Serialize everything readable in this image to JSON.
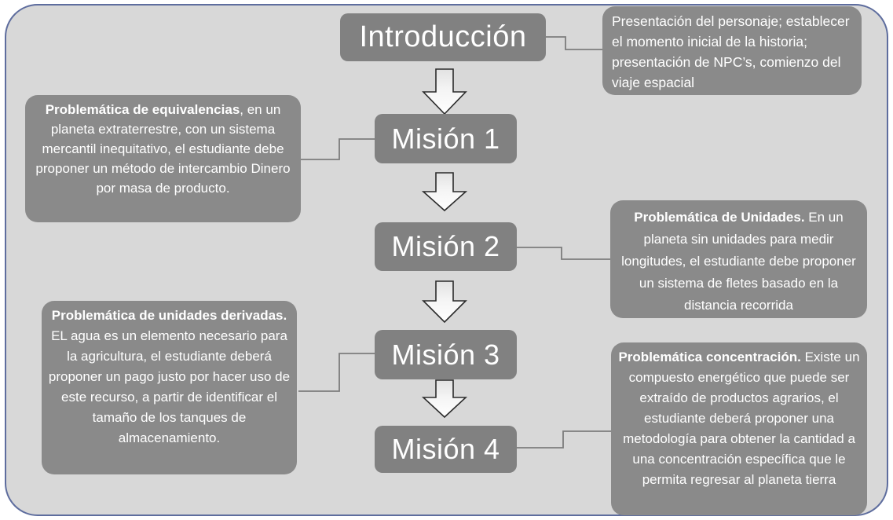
{
  "colors": {
    "page_bg": "#ffffff",
    "canvas_bg": "#d8d8d8",
    "canvas_border": "#5e6d9e",
    "node_fill": "#818181",
    "note_fill": "#8a8a8a",
    "text": "#ffffff",
    "connector": "#7c7c7c",
    "arrow_fill": "#f5f5f5",
    "arrow_outline": "#2b2b2b"
  },
  "flow": {
    "intro": {
      "label": "Introducción"
    },
    "missions": [
      {
        "label": "Misión 1"
      },
      {
        "label": "Misión 2"
      },
      {
        "label": "Misión 3"
      },
      {
        "label": "Misión 4"
      }
    ]
  },
  "notes": {
    "intro": {
      "text": "Presentación del personaje; establecer el momento inicial de la historia; presentación de NPC’s, comienzo del viaje espacial"
    },
    "m1": {
      "bold": "Problemática de equivalencias",
      "rest": ", en un planeta extraterrestre, con un sistema mercantil inequitativo, el estudiante debe proponer un método de intercambio Dinero por masa de producto."
    },
    "m2": {
      "bold": "Problemática de Unidades.",
      "rest": " En un planeta sin unidades para medir longitudes, el estudiante debe proponer un sistema de fletes basado en la distancia recorrida"
    },
    "m3": {
      "bold": "Problemática de unidades derivadas.",
      "rest": " EL agua es un elemento necesario para la agricultura, el estudiante deberá proponer un pago justo por hacer uso de este recurso, a partir de identificar el tamaño de los tanques de almacenamiento."
    },
    "m4": {
      "bold": "Problemática concentración.",
      "rest": " Existe un compuesto energético que puede ser extraído de productos agrarios, el estudiante deberá proponer una metodología para obtener la cantidad a una concentración específica que le permita regresar al planeta tierra"
    }
  }
}
